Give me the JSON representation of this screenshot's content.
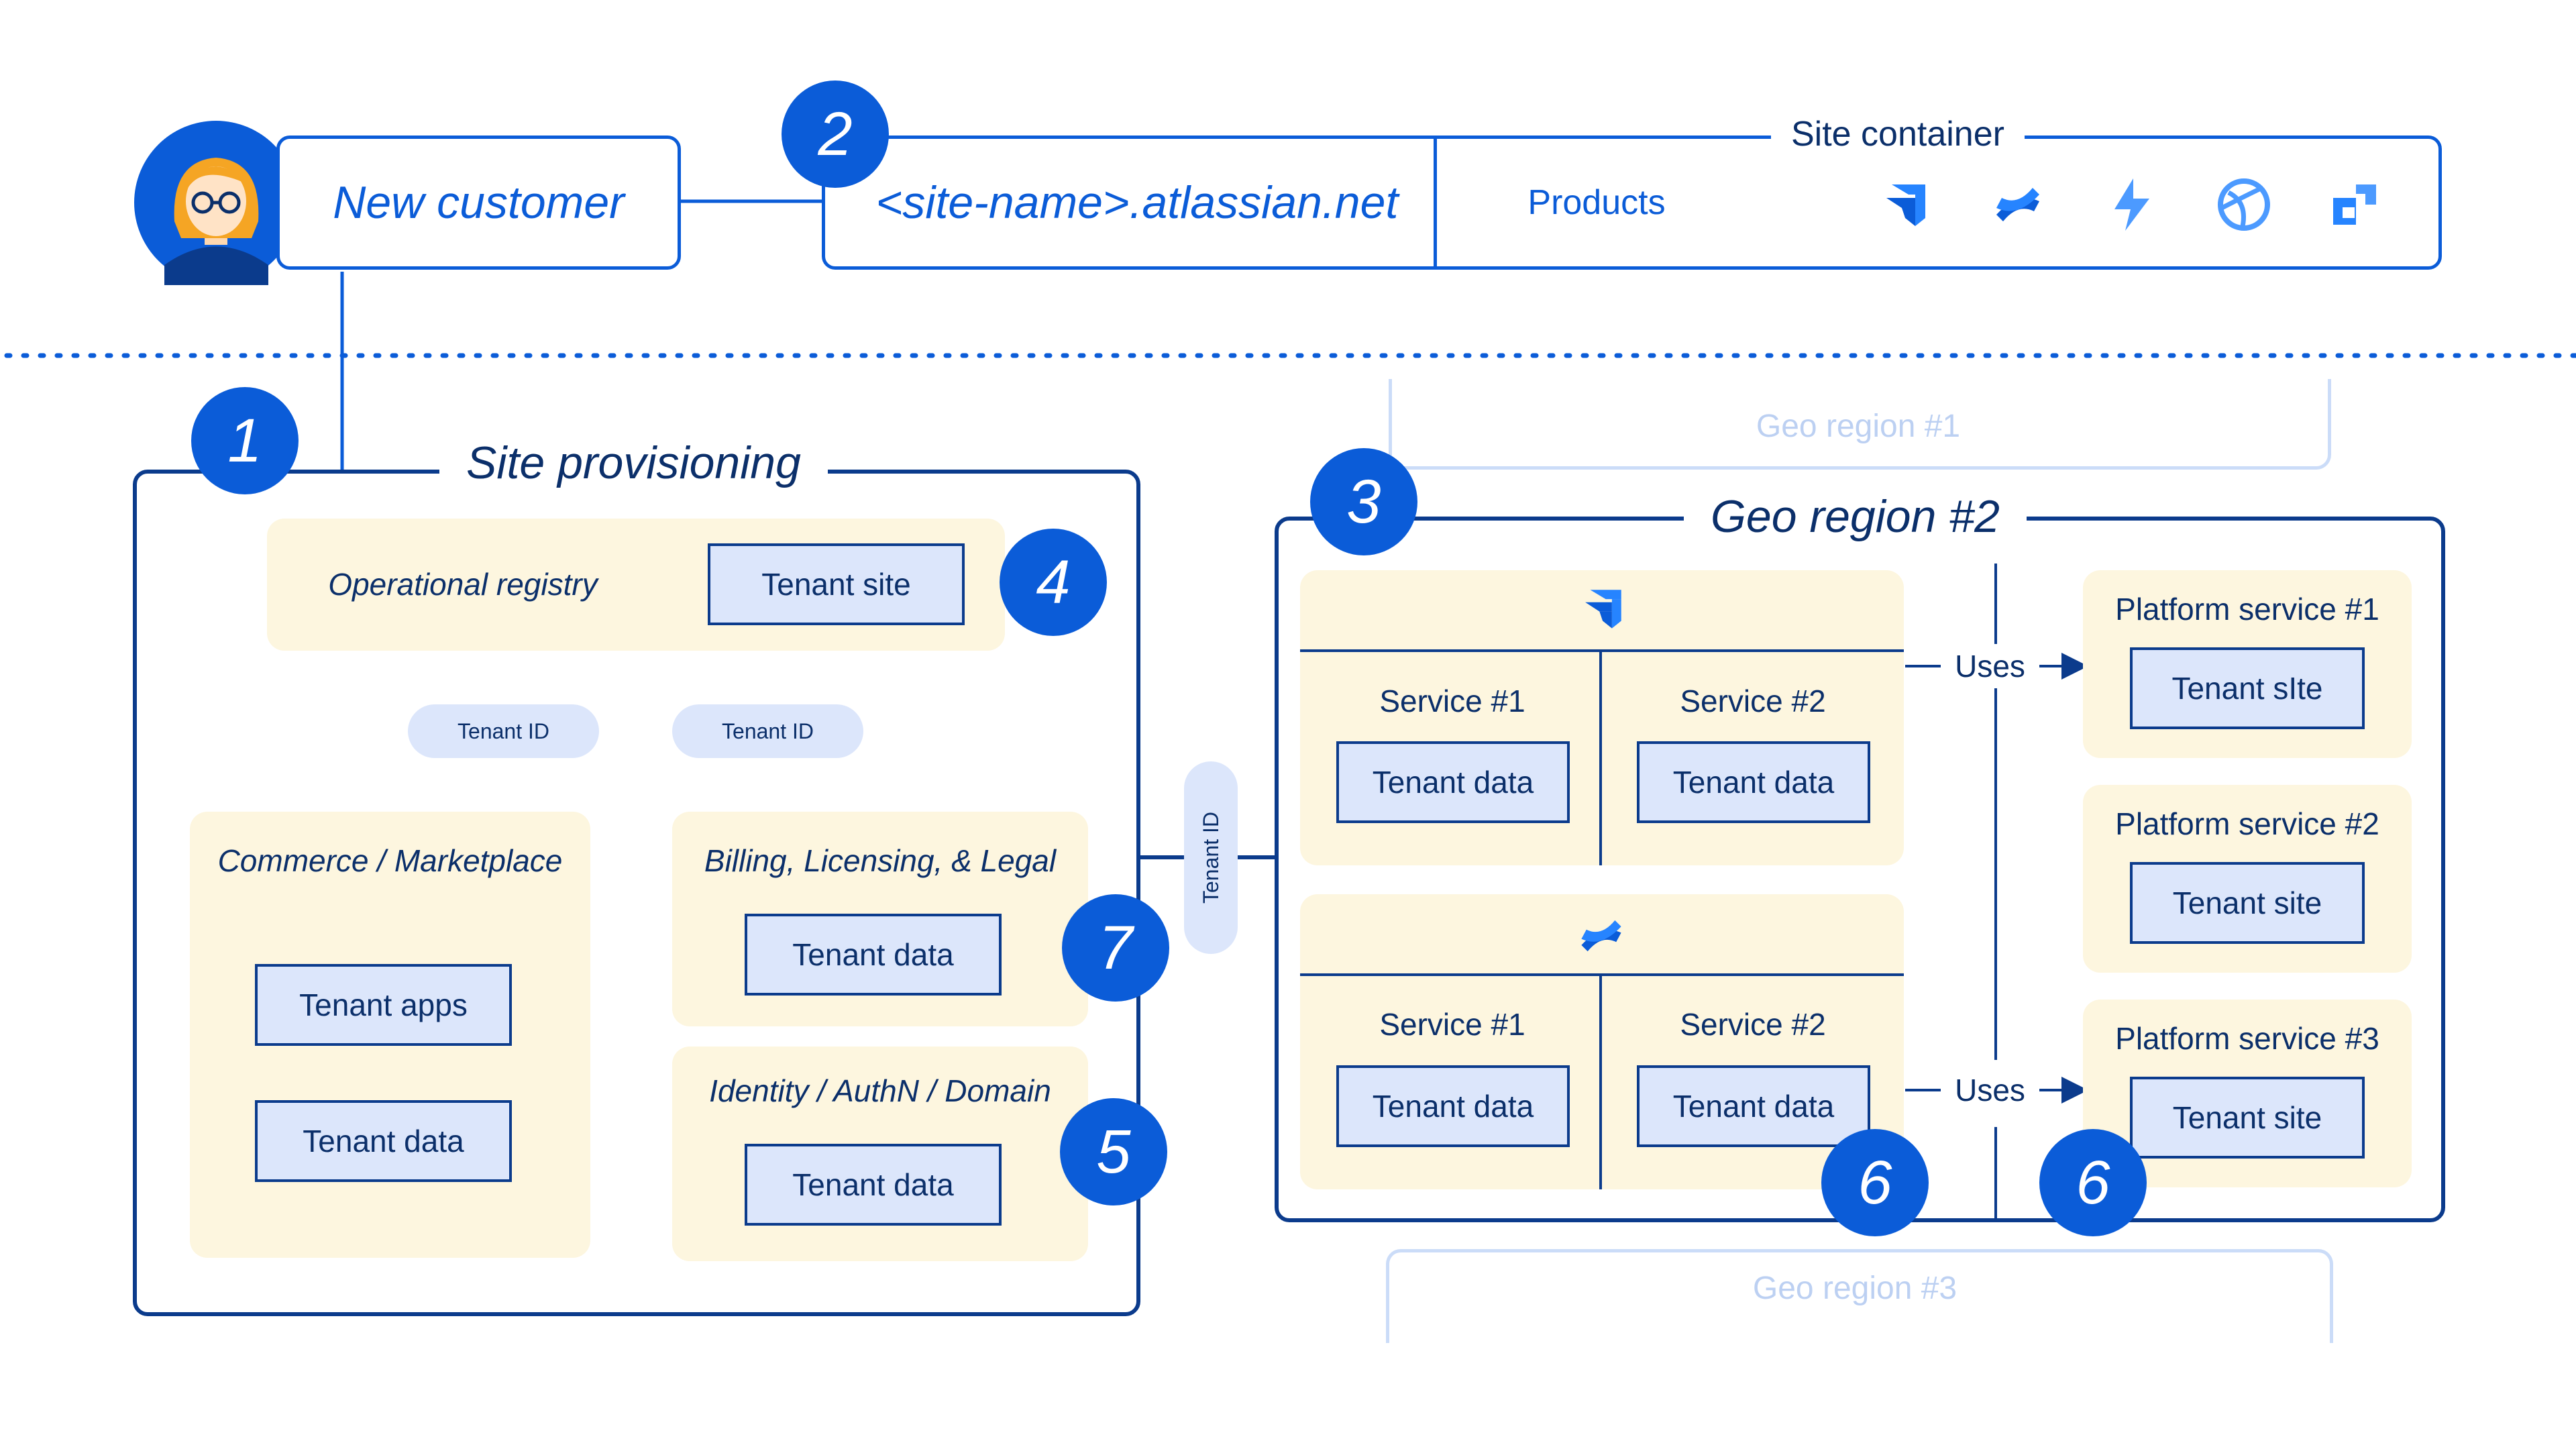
{
  "customer": {
    "label": "New customer"
  },
  "site_container": {
    "title": "Site container",
    "domain": "<site-name>.atlassian.net",
    "products_label": "Products",
    "product_icons": [
      "jira-icon",
      "confluence-icon",
      "lightning-icon",
      "globe-icon",
      "squares-icon"
    ]
  },
  "badges": {
    "b1": "1",
    "b2": "2",
    "b3": "3",
    "b4": "4",
    "b5": "5",
    "b6a": "6",
    "b6b": "6",
    "b7": "7"
  },
  "site_provisioning": {
    "title": "Site provisioning",
    "operational_registry": {
      "label": "Operational registry",
      "box": "Tenant site"
    },
    "pill_left": "Tenant ID",
    "pill_right": "Tenant ID",
    "commerce": {
      "label": "Commerce / Marketplace",
      "box1": "Tenant apps",
      "box2": "Tenant data"
    },
    "billing": {
      "label": "Billing, Licensing, & Legal",
      "box": "Tenant data"
    },
    "identity": {
      "label": "Identity / AuthN / Domain",
      "box": "Tenant data"
    }
  },
  "connector_pill": "Tenant ID",
  "geo_region_1": "Geo region #1",
  "geo_region_3": "Geo region #3",
  "geo_region_2": {
    "title": "Geo region #2",
    "product1": {
      "s1": "Service #1",
      "s2": "Service #2",
      "d1": "Tenant data",
      "d2": "Tenant data"
    },
    "product2": {
      "s1": "Service #1",
      "s2": "Service #2",
      "d1": "Tenant data",
      "d2": "Tenant data"
    },
    "uses1": "Uses",
    "uses2": "Uses",
    "platform1": {
      "title": "Platform service #1",
      "box": "Tenant sIte"
    },
    "platform2": {
      "title": "Platform service #2",
      "box": "Tenant site"
    },
    "platform3": {
      "title": "Platform service #3",
      "box": "Tenant site"
    }
  },
  "colors": {
    "accent": "#0B5CD8",
    "navy": "#0B3B8C",
    "cream": "#FDF6DF",
    "tenant_fill": "#DCE6FB"
  }
}
